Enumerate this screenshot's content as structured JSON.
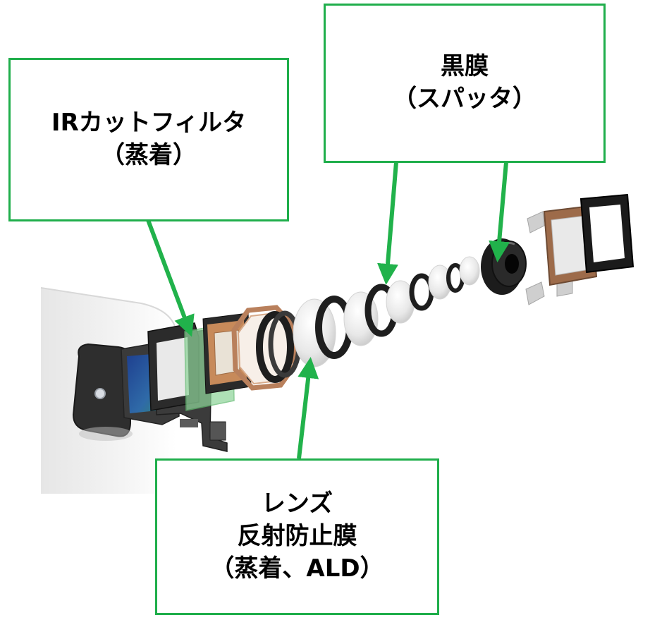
{
  "callouts": {
    "ir_filter": {
      "line1": "IRカットフィルタ",
      "line2": "（蒸着）"
    },
    "black_film": {
      "line1": "黒膜",
      "line2": "（スパッタ）"
    },
    "lens_ar": {
      "line1": "レンズ",
      "line2": "反射防止膜",
      "line3": "（蒸着、ALD）"
    }
  },
  "colors": {
    "callout_border": "#1fae4b",
    "arrow": "#21b24b",
    "text": "#000000",
    "phone_body": "#f1f1f1",
    "sensor": "#2c4fa0",
    "ir_filter_glass": "#7fd08a",
    "copper_frame": "#b97a50",
    "lens_ring": "#1e1e1e"
  }
}
